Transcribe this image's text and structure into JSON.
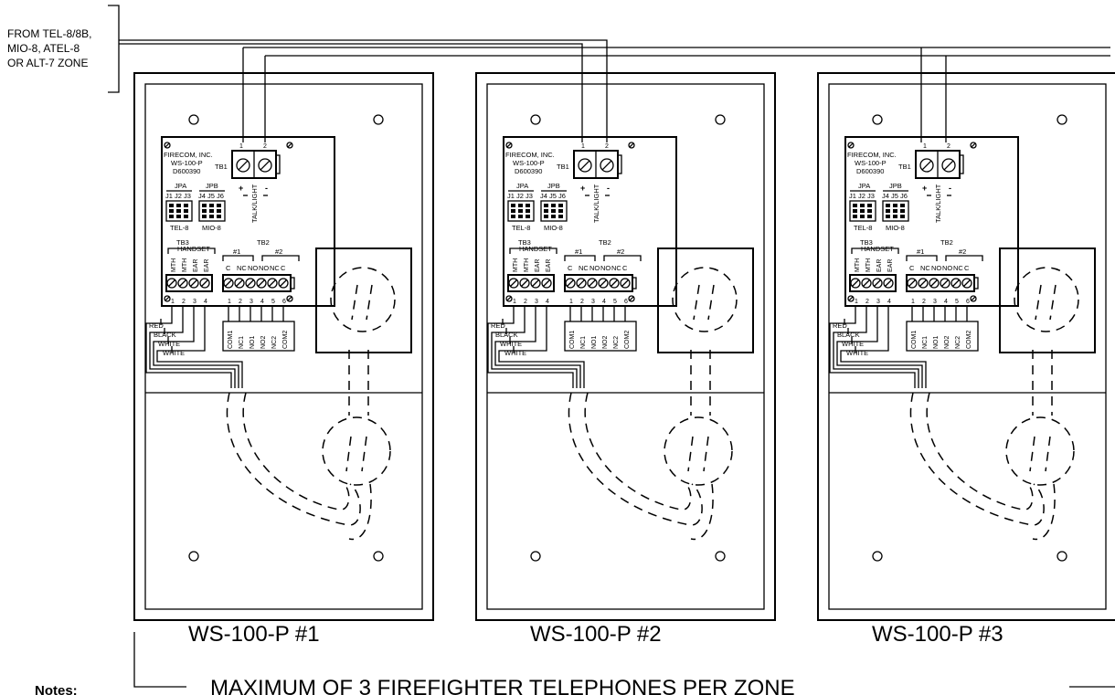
{
  "source": {
    "line1": "FROM TEL-8/8B,",
    "line2": "MIO-8, ATEL-8",
    "line3": "OR ALT-7 ZONE"
  },
  "board": {
    "mfr": "FIRECOM, INC.",
    "model": "WS-100-P",
    "part": "D600390",
    "tb1": "TB1",
    "tb1_t1": "1",
    "tb1_t2": "2",
    "plus": "+",
    "minus": "-",
    "talk_light": "TALK/LIGHT",
    "jpa": "JPA",
    "jpb": "JPB",
    "jpa_pins": "J1 J2 J3",
    "jpb_pins": "J4 J5 J6",
    "jpa_label": "TEL-8",
    "jpb_label": "MIO-8",
    "tb3": "TB3",
    "tb2": "TB2",
    "handset": "HANDSET",
    "tb3_terms": [
      "MTH",
      "MTH",
      "EAR",
      "EAR"
    ],
    "grp1": "#1",
    "grp2": "#2",
    "tb2_terms": [
      "C",
      "NC",
      "NO",
      "NO",
      "NC",
      "C"
    ],
    "tb3_nums": [
      "1",
      "2",
      "3",
      "4"
    ],
    "tb2_nums": [
      "1",
      "2",
      "3",
      "4",
      "5",
      "6"
    ],
    "wires": [
      "RED",
      "BLACK",
      "WHITE",
      "WHITE"
    ],
    "relay_labels": [
      "COM1",
      "NC1",
      "NO1",
      "NO2",
      "NC2",
      "COM2"
    ]
  },
  "units": [
    {
      "label": "WS-100-P  #1"
    },
    {
      "label": "WS-100-P  #2"
    },
    {
      "label": "WS-100-P  #3"
    }
  ],
  "bottom_caption": "MAXIMUM OF 3 FIREFIGHTER TELEPHONES PER ZONE",
  "notes_label": "Notes:"
}
